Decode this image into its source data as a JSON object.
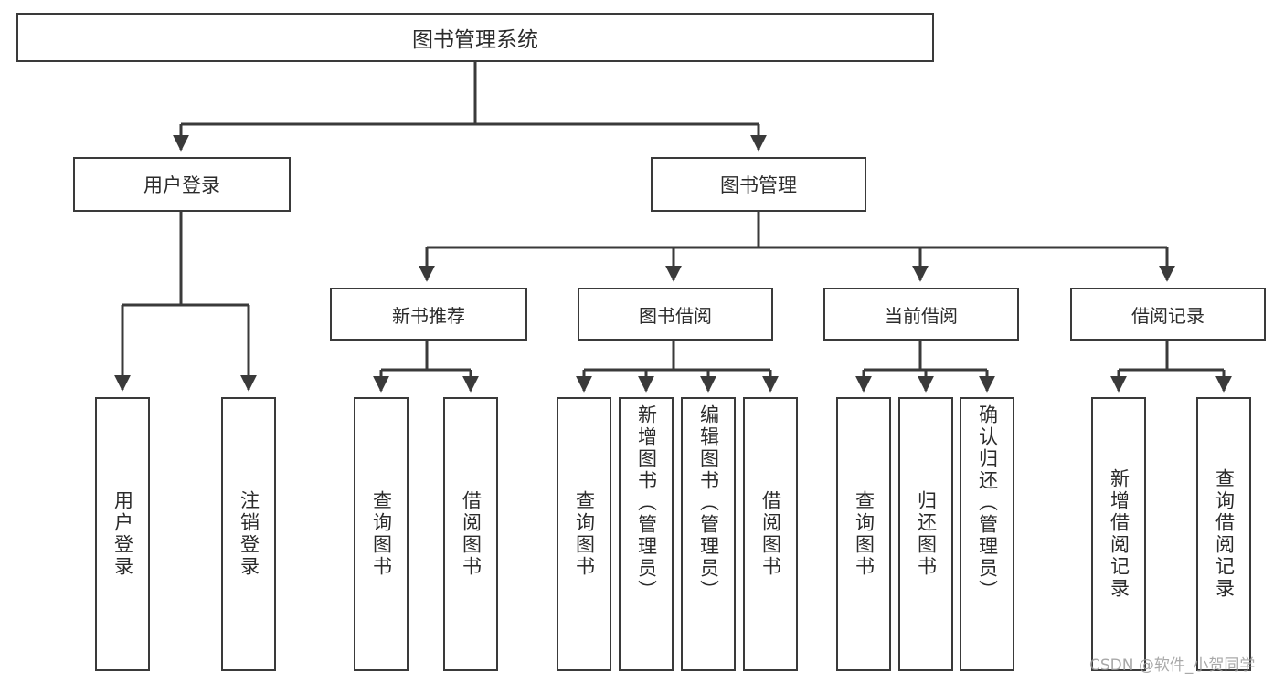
{
  "diagram": {
    "type": "tree",
    "title": "图书管理系统",
    "root": {
      "label": "图书管理系统"
    },
    "level1": [
      {
        "label": "用户登录"
      },
      {
        "label": "图书管理"
      }
    ],
    "level2": [
      {
        "label": "新书推荐"
      },
      {
        "label": "图书借阅"
      },
      {
        "label": "当前借阅"
      },
      {
        "label": "借阅记录"
      }
    ],
    "leaves": {
      "user_login": [
        {
          "label": "用户登录"
        },
        {
          "label": "注销登录"
        }
      ],
      "new_book_recommend": [
        {
          "label": "查询图书"
        },
        {
          "label": "借阅图书"
        }
      ],
      "book_borrow": [
        {
          "label": "查询图书"
        },
        {
          "label": "新增图书（管理员）"
        },
        {
          "label": "编辑图书（管理员）"
        },
        {
          "label": "借阅图书"
        }
      ],
      "current_borrow": [
        {
          "label": "查询图书"
        },
        {
          "label": "归还图书"
        },
        {
          "label": "确认归还（管理员）"
        }
      ],
      "borrow_record": [
        {
          "label": "新增借阅记录"
        },
        {
          "label": "查询借阅记录"
        }
      ]
    }
  },
  "watermark": {
    "text": "CSDN @软件_小贺同学"
  },
  "colors": {
    "line": "#3a3a3a",
    "box_border": "#3a3a3a",
    "background": "#ffffff",
    "text": "#2b2b2b",
    "watermark": "#9b9b9b"
  }
}
